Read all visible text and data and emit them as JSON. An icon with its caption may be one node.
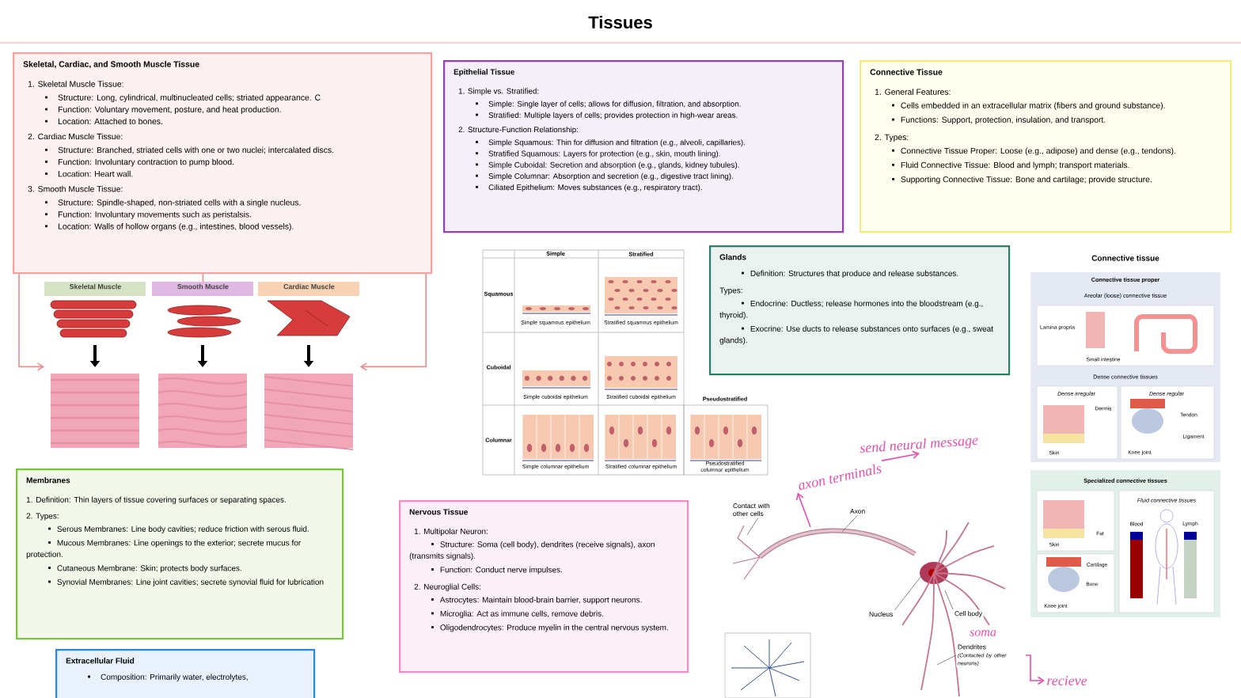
{
  "diagram": {
    "title": "Tissues",
    "nodes": [
      {
        "text": [
          "Skeletal, Cardiac, and Smooth Muscle Tissue",
          "1. Skeletal Muscle Tissue:",
          "Structure: Long, cylindrical, multinucleated cells; striated appearance. C",
          "Function: Voluntary movement, posture, and heat production.",
          "Location: Attached to bones.",
          "2. Cardiac Muscle Tissue:",
          "Structure: Branched, striated cells with one or two nuclei; intercalated discs.",
          "Function: Involuntary contraction to pump blood.",
          "Location: Heart wall.",
          "3. Smooth Muscle Tissue:",
          "Structure: Spindle-shaped, non-striated cells with a single nucleus.",
          "Function: Involuntary movements such as peristalsis.",
          "Location: Walls of hollow organs (e.g., intestines, blood vessels)."
        ]
      },
      {
        "text": [
          "Skeletal Muscle"
        ]
      },
      {
        "text": [
          "Smooth Muscle"
        ]
      },
      {
        "text": [
          "Cardiac Muscle"
        ]
      },
      {
        "text": [
          "Epithelial Tissue",
          "1. Simple vs. Stratified:",
          "Simple: Single layer of cells; allows for diffusion, filtration, and absorption.",
          "Stratified: Multiple layers of cells; provides protection in high-wear areas.",
          "2. Structure-Function Relationship:",
          "Simple Squamous: Thin for diffusion and filtration (e.g., alveoli, capillaries).",
          "Stratified Squamous: Layers for protection (e.g., skin, mouth lining).",
          "Simple Cuboidal: Secretion and absorption (e.g., glands, kidney tubules).",
          "Simple Columnar: Absorption and secretion (e.g., digestive tract lining).",
          "Ciliated Epithelium: Moves substances (e.g., respiratory tract)."
        ]
      },
      {
        "text": [
          "Connective Tissue",
          "1. General Features:",
          "Cells embedded in an extracellular matrix (fibers and ground substance).",
          "Functions: Support, protection, insulation, and transport.",
          "2. Types:",
          "Connective Tissue Proper: Loose (e.g., adipose) and dense (e.g., tendons).",
          "Fluid Connective Tissue: Blood and lymph; transport materials.",
          "Supporting Connective Tissue: Bone and cartilage; provide structure."
        ]
      },
      {
        "text": [
          "Glands",
          "Definition: Structures that produce and release substances.",
          "Types:",
          "Endocrine: Ductless; release hormones into the bloodstream (e.g., thyroid).",
          "Exocrine: Use ducts to release substances onto surfaces (e.g., sweat glands)."
        ]
      },
      {
        "text": [
          "Membranes",
          "1. Definition: Thin layers of tissue covering surfaces or separating spaces.",
          "2. Types:",
          "Serous Membranes: Line body cavities; reduce friction with serous fluid.",
          "Mucous Membranes: Line openings to the exterior; secrete mucus for protection.",
          "Cutaneous Membrane: Skin; protects body surfaces.",
          "Synovial Membranes: Line joint cavities; secrete synovial fluid for lubrication"
        ]
      },
      {
        "text": [
          "Extracellular Fluid",
          "Composition: Primarily water, electrolytes,"
        ]
      },
      {
        "text": [
          "Nervous Tissue",
          "1. Multipolar Neuron:",
          "Structure: Soma (cell body), dendrites (receive signals), axon (transmits signals).",
          "Function: Conduct nerve impulses.",
          "2. Neuroglial Cells:",
          "Astrocytes: Maintain blood-brain barrier, support neurons.",
          "Microglia: Act as immune cells, remove debris.",
          "Oligodendrocytes: Produce myelin in the central nervous system."
        ]
      },
      {
        "text": [
          "axon terminals"
        ]
      },
      {
        "text": [
          "send neural message"
        ]
      },
      {
        "text": [
          "recieve"
        ]
      },
      {
        "text": [
          "Contact with other cells"
        ]
      },
      {
        "text": [
          "Axon"
        ]
      },
      {
        "text": [
          "Nucleus"
        ]
      },
      {
        "text": [
          "Cell body"
        ]
      },
      {
        "text": [
          "Dendrites",
          "(Contacted by other neurons)"
        ]
      }
    ],
    "edges": [
      {
        "from": 0,
        "to": 1,
        "arrow": "to",
        "color": "#f08a8a"
      },
      {
        "from": 0,
        "to": 2,
        "arrow": "none",
        "color": "#f08a8a"
      },
      {
        "from": 0,
        "to": 3,
        "arrow": "to",
        "color": "#f08a8a"
      },
      {
        "from": null,
        "to": 10,
        "arrow": "to",
        "color": "#e84cb0"
      },
      {
        "from": 10,
        "to": 11,
        "arrow": "to",
        "color": "#e84cb0"
      },
      {
        "from": 17,
        "to": 12,
        "arrow": "to",
        "color": "#e84cb0"
      },
      {
        "from": 13,
        "to": null,
        "arrow": "none"
      },
      {
        "from": 14,
        "to": null,
        "arrow": "none"
      },
      {
        "from": 15,
        "to": null,
        "arrow": "none"
      },
      {
        "from": 16,
        "to": null,
        "arrow": "none"
      },
      {
        "from": 17,
        "to": null,
        "arrow": "none"
      }
    ],
    "labels": [
      "Simple",
      "Stratified",
      "Squamous",
      "Simple squamous epithelium",
      "Stratified squamous epithelium",
      "Cuboidal",
      "Simple cuboidal epithelium",
      "Stratified cuboidal epithelium",
      "Pseudostratified",
      "Columnar",
      "Simple columnar epithelium",
      "Stratified columnar epithelium",
      "Pseudostratified columnar epithelium",
      "Connective tissue",
      "Connective tissue proper",
      "Areolar (loose) connective tissue",
      "Lamina propria",
      "Small intestine",
      "Dense connective tissues",
      "Dense irregular",
      "Dermis",
      "Skin",
      "Dense regular",
      "Tendon",
      "Ligament",
      "Knee joint",
      "Specialized connective tissues",
      "Fat",
      "Skin",
      "Cartilage",
      "Bone",
      "Knee joint",
      "Fluid connective tissues",
      "Blood",
      "Lymph",
      "soma"
    ]
  }
}
